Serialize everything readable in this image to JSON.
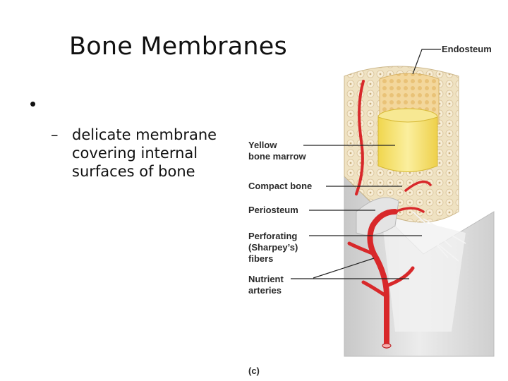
{
  "slide": {
    "title": "Bone Membranes",
    "bullet": "•",
    "sub_dash": "–",
    "sub_text": "delicate membrane covering internal surfaces of bone"
  },
  "diagram": {
    "labels": {
      "endosteum": "Endosteum",
      "yellow_line1": "Yellow",
      "yellow_line2": "bone marrow",
      "compact": "Compact bone",
      "periosteum": "Periosteum",
      "perf_line1": "Perforating",
      "perf_line2": "(Sharpey’s)",
      "perf_line3": "fibers",
      "nut_line1": "Nutrient",
      "nut_line2": "arteries",
      "panel": "(c)"
    },
    "colors": {
      "marrow": "#f1dc6a",
      "spongy": "#f2d9a6",
      "compact": "#efe3c6",
      "periosteum": "#d9d9d9",
      "artery": "#d8282a"
    }
  }
}
